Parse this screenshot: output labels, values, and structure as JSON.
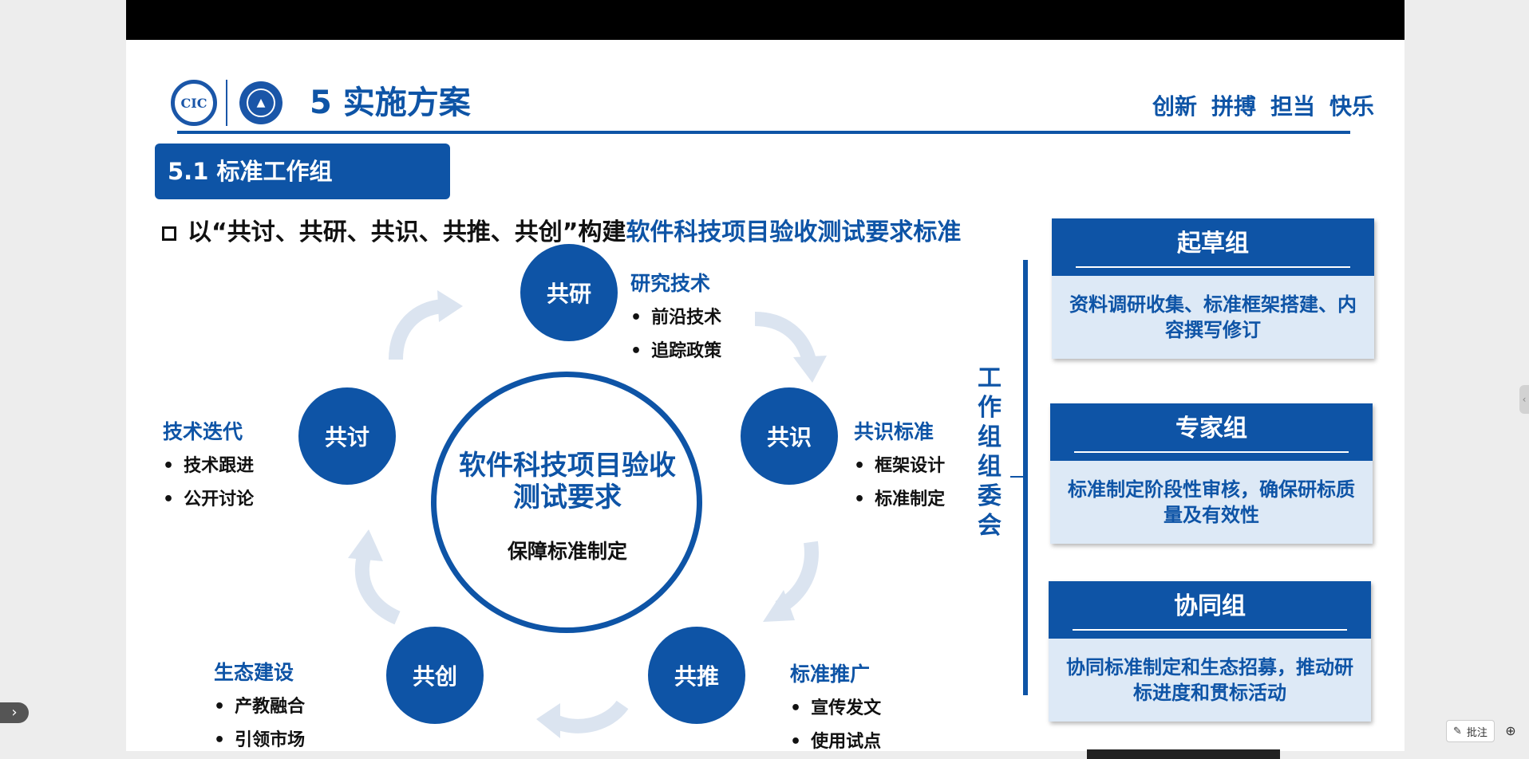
{
  "header": {
    "logo_left": "CIC",
    "slide_title": "5 实施方案",
    "motto": [
      "创新",
      "拼搏",
      "担当",
      "快乐"
    ]
  },
  "section": {
    "label": "5.1 标准工作组"
  },
  "subtitle": {
    "prefix": "以“共讨、共研、共识、共推、共创”构建",
    "highlight": "软件科技项目验收测试要求标准"
  },
  "cycle": {
    "center_title_line1": "软件科技项目验收",
    "center_title_line2": "测试要求",
    "center_sub": "保障标准制定",
    "nodes": {
      "yan": "共研",
      "shi": "共识",
      "tui": "共推",
      "chuang": "共创",
      "tao": "共讨"
    },
    "blocks": {
      "yan": {
        "heading": "研究技术",
        "items": [
          "前沿技术",
          "追踪政策"
        ]
      },
      "shi": {
        "heading": "共识标准",
        "items": [
          "框架设计",
          "标准制定"
        ]
      },
      "tui": {
        "heading": "标准推广",
        "items": [
          "宣传发文",
          "使用试点"
        ]
      },
      "chuang": {
        "heading": "生态建设",
        "items": [
          "产教融合",
          "引领市场"
        ]
      },
      "tao": {
        "heading": "技术迭代",
        "items": [
          "技术跟进",
          "公开讨论"
        ]
      }
    }
  },
  "committee": {
    "label": [
      "工",
      "作",
      "组",
      "组",
      "委",
      "会"
    ]
  },
  "groups": [
    {
      "title": "起草组",
      "desc": "资料调研收集、标准框架搭建、内容撰写修订"
    },
    {
      "title": "专家组",
      "desc": "标准制定阶段性审核，确保研标质量及有效性"
    },
    {
      "title": "协同组",
      "desc": "协同标准制定和生态招募，推动研标进度和贯标活动"
    }
  ],
  "viewer": {
    "annot_label": "批注",
    "collapse_icon": "chevron-right-icon",
    "zoom_icon": "zoom-in-icon"
  },
  "colors": {
    "primary": "#0e54a6",
    "light_box": "#dde9f6",
    "arrow": "#dbe4f0"
  }
}
